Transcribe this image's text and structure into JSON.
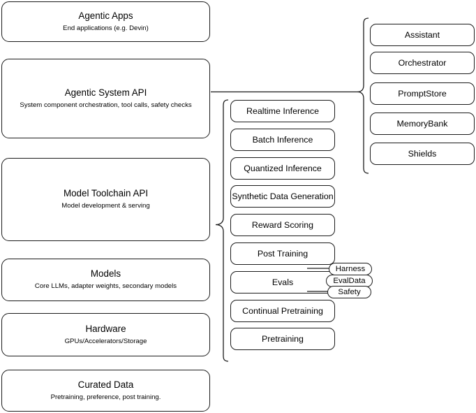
{
  "diagram": {
    "title": "AI Stack Layers Diagram",
    "stroke_color": "#1b1b1b",
    "background_color": "#ffffff"
  },
  "layers": [
    {
      "name": "agentic-apps",
      "title": "Agentic Apps",
      "subtitle": "End applications (e.g. Devin)"
    },
    {
      "name": "agentic-system-api",
      "title": "Agentic System API",
      "subtitle": "System component orchestration, tool calls, safety checks"
    },
    {
      "name": "model-toolchain-api",
      "title": "Model Toolchain API",
      "subtitle": "Model development & serving"
    },
    {
      "name": "models",
      "title": "Models",
      "subtitle": "Core LLMs, adapter weights, secondary models"
    },
    {
      "name": "hardware",
      "title": "Hardware",
      "subtitle": "GPUs/Accelerators/Storage"
    },
    {
      "name": "curated-data",
      "title": "Curated Data",
      "subtitle": "Pretraining, preference, post training."
    }
  ],
  "toolchain_components": [
    {
      "name": "realtime-inference",
      "label": "Realtime Inference"
    },
    {
      "name": "batch-inference",
      "label": "Batch Inference"
    },
    {
      "name": "quantized-inference",
      "label": "Quantized Inference"
    },
    {
      "name": "synthetic-data-generation",
      "label": "Synthetic Data Generation"
    },
    {
      "name": "reward-scoring",
      "label": "Reward Scoring"
    },
    {
      "name": "post-training",
      "label": "Post Training"
    },
    {
      "name": "evals",
      "label": "Evals"
    },
    {
      "name": "continual-pretraining",
      "label": "Continual Pretraining"
    },
    {
      "name": "pretraining",
      "label": "Pretraining"
    }
  ],
  "system_components": [
    {
      "name": "assistant",
      "label": "Assistant"
    },
    {
      "name": "orchestrator",
      "label": "Orchestrator"
    },
    {
      "name": "promptstore",
      "label": "PromptStore"
    },
    {
      "name": "memorybank",
      "label": "MemoryBank"
    },
    {
      "name": "shields",
      "label": "Shields"
    }
  ],
  "eval_badges": [
    {
      "name": "harness",
      "label": "Harness"
    },
    {
      "name": "evaldata",
      "label": "EvalData"
    },
    {
      "name": "safety",
      "label": "Safety"
    }
  ]
}
